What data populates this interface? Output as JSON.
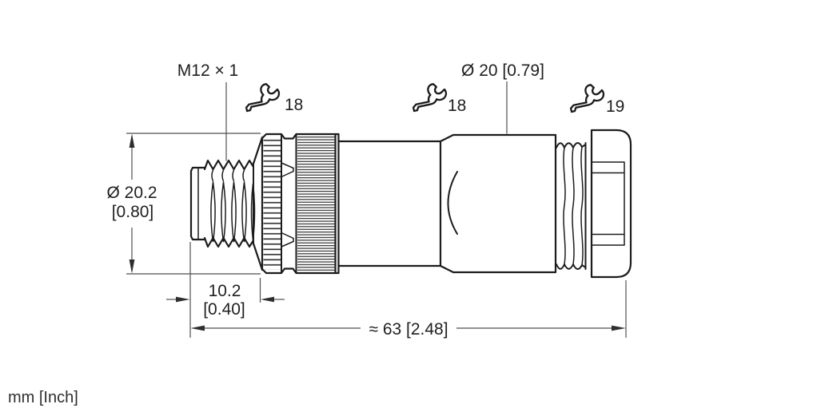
{
  "diagram": {
    "thread_label": "M12 × 1",
    "top_diameter_label": "Ø 20 [0.79]",
    "left_diameter": {
      "mm": "Ø 20.2",
      "inch": "[0.80]"
    },
    "thread_length": {
      "mm": "10.2",
      "inch": "[0.40]"
    },
    "overall_length_label": "≈ 63 [2.48]",
    "wrenches": [
      {
        "size": "18"
      },
      {
        "size": "18"
      },
      {
        "size": "19"
      }
    ],
    "units_label": "mm [Inch]",
    "colors": {
      "outline": "#1c1c1c",
      "dimension_line": "#4f4f4f",
      "text": "#1f1f1f",
      "background": "#ffffff"
    }
  }
}
